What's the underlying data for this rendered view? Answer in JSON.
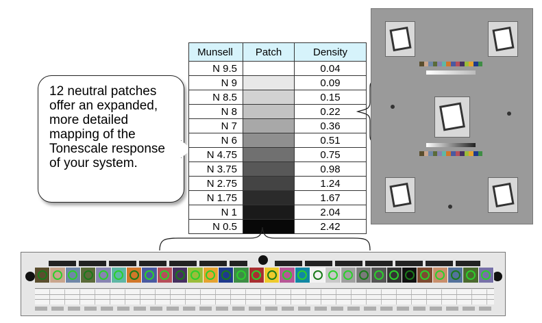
{
  "callout": {
    "text": "12 neutral patches offer an expanded, more detailed mapping of the Tonescale response of your system."
  },
  "table": {
    "headers": [
      "Munsell",
      "Patch",
      "Density"
    ],
    "rows": [
      {
        "munsell": "N 9.5",
        "density": "0.04",
        "color": "#ffffff"
      },
      {
        "munsell": "N 9",
        "density": "0.09",
        "color": "#e8e8e8"
      },
      {
        "munsell": "N 8.5",
        "density": "0.15",
        "color": "#d2d2d2"
      },
      {
        "munsell": "N 8",
        "density": "0.22",
        "color": "#c2c2c2"
      },
      {
        "munsell": "N 7",
        "density": "0.36",
        "color": "#a8a8a8"
      },
      {
        "munsell": "N 6",
        "density": "0.51",
        "color": "#8f8f8f"
      },
      {
        "munsell": "N 4.75",
        "density": "0.75",
        "color": "#707070"
      },
      {
        "munsell": "N 3.75",
        "density": "0.98",
        "color": "#585858"
      },
      {
        "munsell": "N 2.75",
        "density": "1.24",
        "color": "#444444"
      },
      {
        "munsell": "N 1.75",
        "density": "1.67",
        "color": "#2b2b2b"
      },
      {
        "munsell": "N 1",
        "density": "2.04",
        "color": "#1a1a1a"
      },
      {
        "munsell": "N 0.5",
        "density": "2.42",
        "color": "#080808"
      }
    ]
  },
  "colors": {
    "header_bg": "#d6f3fb",
    "strip_chips": [
      "#5a4e2e",
      "#c9a58d",
      "#6f87a8",
      "#5b6b3a",
      "#8784b2",
      "#5fb7a6",
      "#d2772a",
      "#4a5aa1",
      "#b64f5a",
      "#463060",
      "#9bbd3b",
      "#e5a330",
      "#1f3a8c",
      "#3e8d45",
      "#a82f31",
      "#eeca2c",
      "#b75796",
      "#1187a3",
      "#f2f2f2",
      "#c8c8c8",
      "#a0a0a0",
      "#7a7a7a",
      "#555555",
      "#333333",
      "#111111",
      "#7d4a30",
      "#c98f6c",
      "#54729b",
      "#4b6a2e",
      "#7771a8"
    ]
  }
}
